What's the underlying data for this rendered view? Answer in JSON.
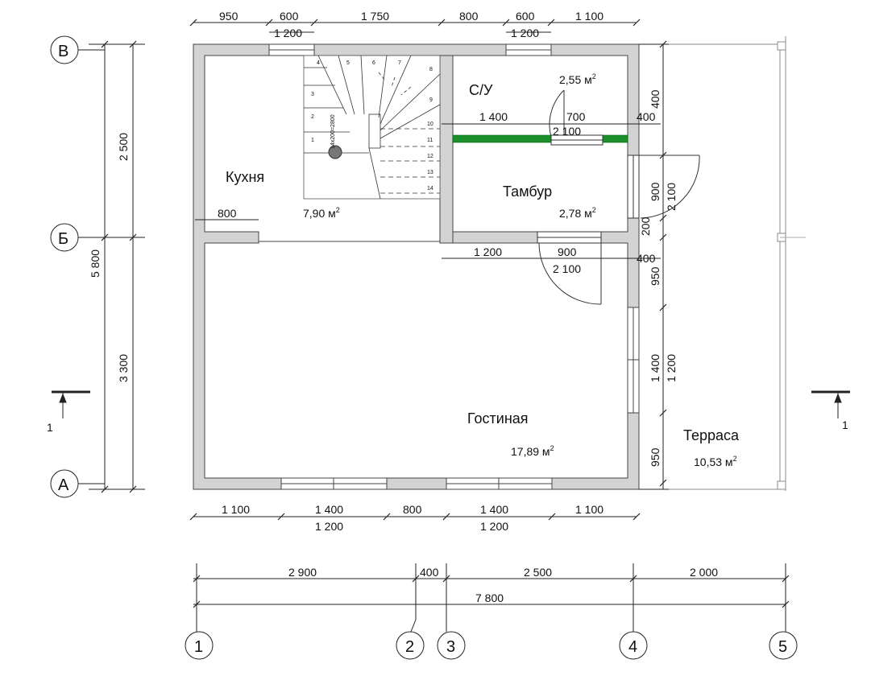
{
  "axes": {
    "rows": [
      {
        "label": "В"
      },
      {
        "label": "Б"
      },
      {
        "label": "А"
      }
    ],
    "cols": [
      {
        "label": "1"
      },
      {
        "label": "2"
      },
      {
        "label": "3"
      },
      {
        "label": "4"
      },
      {
        "label": "5"
      }
    ]
  },
  "rooms": [
    {
      "name": "Кухня",
      "area": "7,90 м"
    },
    {
      "name": "С/У",
      "area": "2,55 м"
    },
    {
      "name": "Тамбур",
      "area": "2,78 м"
    },
    {
      "name": "Гостиная",
      "area": "17,89 м"
    },
    {
      "name": "Терраса",
      "area": "10,53 м"
    }
  ],
  "area_unit_sup": "2",
  "section": {
    "label": "1"
  },
  "colors": {
    "wall": "#d3d3d3",
    "wall_stroke": "#444444",
    "partition": "#1a8f2a",
    "line": "#222222"
  },
  "dims_top": {
    "upper": [
      "950",
      "600",
      "1 750",
      "800",
      "600",
      "1 100"
    ],
    "lower": [
      "1 200",
      "1 200"
    ]
  },
  "dims_bottom": {
    "upper": [
      "1 100",
      "1 400",
      "800",
      "1 400",
      "1 100"
    ],
    "lower": [
      "1 200",
      "1 200"
    ]
  },
  "dims_axes": {
    "segments": [
      "2 900",
      "400",
      "2 500",
      "2 000"
    ],
    "total": "7 800"
  },
  "dims_left": {
    "segments": [
      "2 500",
      "3 300"
    ],
    "total": "5 800"
  },
  "dims_right": {
    "items": [
      "400",
      "900",
      "2 100",
      "200",
      "400",
      "950",
      "1 400",
      "1 200",
      "950"
    ]
  },
  "dims_inner": {
    "su_wall": [
      "1 400",
      "700",
      "2 100",
      "400"
    ],
    "tambur_wall": [
      "1 200",
      "900",
      "2 100"
    ],
    "kitchen": "800"
  },
  "stair": {
    "steps": [
      "1",
      "2",
      "3",
      "4",
      "5",
      "6",
      "7",
      "8",
      "9",
      "10",
      "11",
      "12",
      "13",
      "14"
    ],
    "label": "14x200=2800"
  }
}
